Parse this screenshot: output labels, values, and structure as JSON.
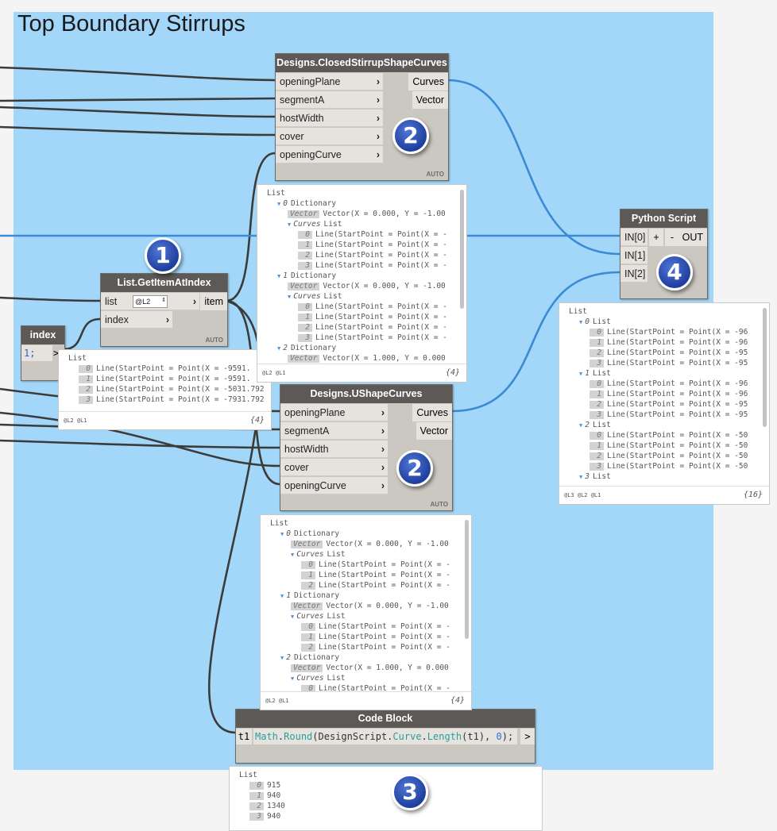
{
  "group": {
    "title": "Top Boundary Stirrups",
    "color": "#a3d7f9"
  },
  "nodes": {
    "closed": {
      "title": "Designs.ClosedStirrupShapeCurves",
      "inputs": [
        "openingPlane",
        "segmentA",
        "hostWidth",
        "cover",
        "openingCurve"
      ],
      "outputs": [
        "Curves",
        "Vector"
      ],
      "lacing": "AUTO"
    },
    "ushape": {
      "title": "Designs.UShapeCurves",
      "inputs": [
        "openingPlane",
        "segmentA",
        "hostWidth",
        "cover",
        "openingCurve"
      ],
      "outputs": [
        "Curves",
        "Vector"
      ],
      "lacing": "AUTO"
    },
    "getitem": {
      "title": "List.GetItemAtIndex",
      "inputs": [
        "list",
        "index"
      ],
      "list_level": "@L2",
      "outputs": [
        "item"
      ],
      "lacing": "AUTO"
    },
    "index": {
      "title": "index",
      "code": "1;",
      "output": ">"
    },
    "code": {
      "title": "Code Block",
      "input": "t1",
      "code_parts": [
        "Math",
        ".",
        "Round",
        "(DesignScript.",
        "Curve",
        ".",
        "Length",
        "(t1), ",
        "0",
        ");"
      ],
      "output": ">"
    },
    "python": {
      "title": "Python Script",
      "inputs": [
        "IN[0]",
        "IN[1]",
        "IN[2]"
      ],
      "add": "+",
      "remove": "-",
      "output": "OUT"
    }
  },
  "badges": [
    "1",
    "2",
    "2",
    "3",
    "4"
  ],
  "previews": {
    "closed": {
      "header": "List",
      "levels": "@L2 @L1",
      "count": "{4}",
      "rows": [
        {
          "d": 1,
          "t": "g",
          "i": "0",
          "x": "Dictionary"
        },
        {
          "d": 2,
          "t": "k",
          "i": "Vector",
          "x": "Vector(X = 0.000, Y = -1.00"
        },
        {
          "d": 2,
          "t": "g",
          "i": "Curves",
          "x": "List"
        },
        {
          "d": 3,
          "t": "k",
          "i": "0",
          "x": "Line(StartPoint = Point(X = -"
        },
        {
          "d": 3,
          "t": "k",
          "i": "1",
          "x": "Line(StartPoint = Point(X = -"
        },
        {
          "d": 3,
          "t": "k",
          "i": "2",
          "x": "Line(StartPoint = Point(X = -"
        },
        {
          "d": 3,
          "t": "k",
          "i": "3",
          "x": "Line(StartPoint = Point(X = -"
        },
        {
          "d": 1,
          "t": "g",
          "i": "1",
          "x": "Dictionary"
        },
        {
          "d": 2,
          "t": "k",
          "i": "Vector",
          "x": "Vector(X = 0.000, Y = -1.00"
        },
        {
          "d": 2,
          "t": "g",
          "i": "Curves",
          "x": "List"
        },
        {
          "d": 3,
          "t": "k",
          "i": "0",
          "x": "Line(StartPoint = Point(X = -"
        },
        {
          "d": 3,
          "t": "k",
          "i": "1",
          "x": "Line(StartPoint = Point(X = -"
        },
        {
          "d": 3,
          "t": "k",
          "i": "2",
          "x": "Line(StartPoint = Point(X = -"
        },
        {
          "d": 3,
          "t": "k",
          "i": "3",
          "x": "Line(StartPoint = Point(X = -"
        },
        {
          "d": 1,
          "t": "g",
          "i": "2",
          "x": "Dictionary"
        },
        {
          "d": 2,
          "t": "k",
          "i": "Vector",
          "x": "Vector(X = 1.000, Y = 0.000"
        }
      ]
    },
    "ushape": {
      "header": "List",
      "levels": "@L2 @L1",
      "count": "{4}",
      "rows": [
        {
          "d": 1,
          "t": "g",
          "i": "0",
          "x": "Dictionary"
        },
        {
          "d": 2,
          "t": "k",
          "i": "Vector",
          "x": "Vector(X = 0.000, Y = -1.00"
        },
        {
          "d": 2,
          "t": "g",
          "i": "Curves",
          "x": "List"
        },
        {
          "d": 3,
          "t": "k",
          "i": "0",
          "x": "Line(StartPoint = Point(X = -"
        },
        {
          "d": 3,
          "t": "k",
          "i": "1",
          "x": "Line(StartPoint = Point(X = -"
        },
        {
          "d": 3,
          "t": "k",
          "i": "2",
          "x": "Line(StartPoint = Point(X = -"
        },
        {
          "d": 1,
          "t": "g",
          "i": "1",
          "x": "Dictionary"
        },
        {
          "d": 2,
          "t": "k",
          "i": "Vector",
          "x": "Vector(X = 0.000, Y = -1.00"
        },
        {
          "d": 2,
          "t": "g",
          "i": "Curves",
          "x": "List"
        },
        {
          "d": 3,
          "t": "k",
          "i": "0",
          "x": "Line(StartPoint = Point(X = -"
        },
        {
          "d": 3,
          "t": "k",
          "i": "1",
          "x": "Line(StartPoint = Point(X = -"
        },
        {
          "d": 3,
          "t": "k",
          "i": "2",
          "x": "Line(StartPoint = Point(X = -"
        },
        {
          "d": 1,
          "t": "g",
          "i": "2",
          "x": "Dictionary"
        },
        {
          "d": 2,
          "t": "k",
          "i": "Vector",
          "x": "Vector(X = 1.000, Y = 0.000"
        },
        {
          "d": 2,
          "t": "g",
          "i": "Curves",
          "x": "List"
        },
        {
          "d": 3,
          "t": "k",
          "i": "0",
          "x": "Line(StartPoint = Point(X = -"
        }
      ]
    },
    "getitem": {
      "header": "List",
      "levels": "@L2 @L1",
      "count": "{4}",
      "rows": [
        {
          "d": 1,
          "t": "k",
          "i": "0",
          "x": "Line(StartPoint = Point(X = -9591."
        },
        {
          "d": 1,
          "t": "k",
          "i": "1",
          "x": "Line(StartPoint = Point(X = -9591."
        },
        {
          "d": 1,
          "t": "k",
          "i": "2",
          "x": "Line(StartPoint = Point(X = -5031.792"
        },
        {
          "d": 1,
          "t": "k",
          "i": "3",
          "x": "Line(StartPoint = Point(X = -7931.792"
        }
      ]
    },
    "python": {
      "header": "List",
      "levels": "@L3 @L2 @L1",
      "count": "{16}",
      "rows": [
        {
          "d": 1,
          "t": "g",
          "i": "0",
          "x": "List"
        },
        {
          "d": 2,
          "t": "k",
          "i": "0",
          "x": "Line(StartPoint = Point(X = -96"
        },
        {
          "d": 2,
          "t": "k",
          "i": "1",
          "x": "Line(StartPoint = Point(X = -96"
        },
        {
          "d": 2,
          "t": "k",
          "i": "2",
          "x": "Line(StartPoint = Point(X = -95"
        },
        {
          "d": 2,
          "t": "k",
          "i": "3",
          "x": "Line(StartPoint = Point(X = -95"
        },
        {
          "d": 1,
          "t": "g",
          "i": "1",
          "x": "List"
        },
        {
          "d": 2,
          "t": "k",
          "i": "0",
          "x": "Line(StartPoint = Point(X = -96"
        },
        {
          "d": 2,
          "t": "k",
          "i": "1",
          "x": "Line(StartPoint = Point(X = -96"
        },
        {
          "d": 2,
          "t": "k",
          "i": "2",
          "x": "Line(StartPoint = Point(X = -95"
        },
        {
          "d": 2,
          "t": "k",
          "i": "3",
          "x": "Line(StartPoint = Point(X = -95"
        },
        {
          "d": 1,
          "t": "g",
          "i": "2",
          "x": "List"
        },
        {
          "d": 2,
          "t": "k",
          "i": "0",
          "x": "Line(StartPoint = Point(X = -50"
        },
        {
          "d": 2,
          "t": "k",
          "i": "1",
          "x": "Line(StartPoint = Point(X = -50"
        },
        {
          "d": 2,
          "t": "k",
          "i": "2",
          "x": "Line(StartPoint = Point(X = -50"
        },
        {
          "d": 2,
          "t": "k",
          "i": "3",
          "x": "Line(StartPoint = Point(X = -50"
        },
        {
          "d": 1,
          "t": "g",
          "i": "3",
          "x": "List"
        }
      ]
    },
    "code": {
      "header": "List",
      "rows": [
        {
          "d": 1,
          "t": "k",
          "i": "0",
          "x": "915"
        },
        {
          "d": 1,
          "t": "k",
          "i": "1",
          "x": "940"
        },
        {
          "d": 1,
          "t": "k",
          "i": "2",
          "x": "1340"
        },
        {
          "d": 1,
          "t": "k",
          "i": "3",
          "x": "940"
        }
      ]
    }
  }
}
